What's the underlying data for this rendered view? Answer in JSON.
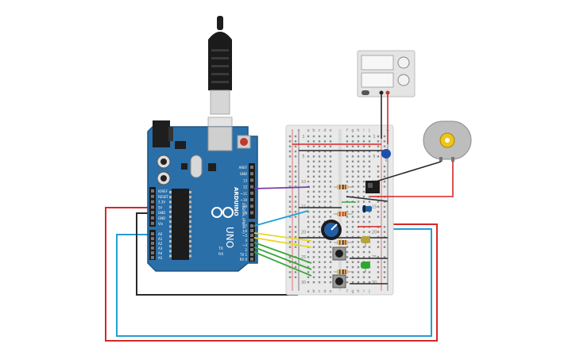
{
  "board": {
    "name": "ARDUINO",
    "model": "UNO",
    "power_header": [
      "IOREF",
      "RESET",
      "3.3V",
      "5V",
      "GND",
      "GND",
      "Vin"
    ],
    "analog_header": [
      "A0",
      "A1",
      "A2",
      "A3",
      "A4",
      "A5"
    ],
    "digital_label": "DIGITAL (PWM ~)",
    "top_header": [
      "AREF",
      "GND",
      "13",
      "12",
      "~11",
      "~10",
      "~9",
      "8"
    ],
    "side_header": [
      "7",
      "~6",
      "~5",
      "4",
      "~3",
      "2",
      "TX 1",
      "RX 0"
    ],
    "tx_label": "TX",
    "rx_label": "RX"
  },
  "breadboard": {
    "column_letters_left": [
      "a",
      "b",
      "c",
      "d",
      "e"
    ],
    "column_letters_right": [
      "f",
      "g",
      "h",
      "i",
      "j"
    ],
    "row_numbers": [
      "1",
      "5",
      "10",
      "15",
      "20",
      "25",
      "30"
    ],
    "rail_minus": "-",
    "rail_plus": "+"
  },
  "colors": {
    "board": "#2b6fa8",
    "board_edge": "#1f5582",
    "breadboard": "#e9e9e9",
    "wire_red": "#d62728",
    "wire_black": "#2a2a2a",
    "wire_blue": "#1f9fd6",
    "wire_yellow": "#e8d62a",
    "wire_green": "#3aa83a",
    "wire_purple": "#7a3ea8"
  }
}
